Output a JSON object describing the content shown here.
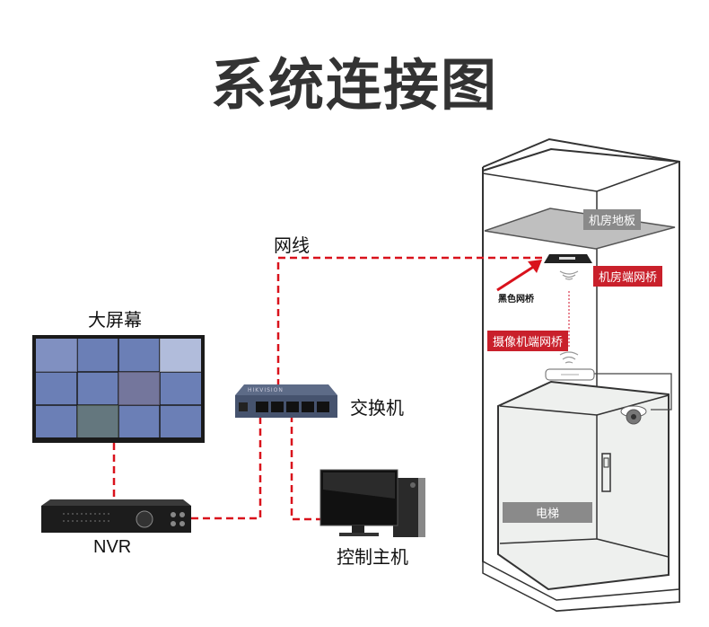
{
  "title": "系统连接图",
  "labels": {
    "cable": "网线",
    "big_screen": "大屏幕",
    "switch": "交换机",
    "nvr": "NVR",
    "host": "控制主机",
    "machine_room_floor": "机房地板",
    "machine_room_bridge": "机房端网桥",
    "black_bridge": "黑色网桥",
    "camera_bridge": "摄像机端网桥",
    "elevator": "电梯"
  },
  "switch_brand": "HIKVISION",
  "colors": {
    "cable": "#d9121c",
    "title": "#333333",
    "tag_red": "#c9202b",
    "tag_gray": "#8a8a8a"
  }
}
